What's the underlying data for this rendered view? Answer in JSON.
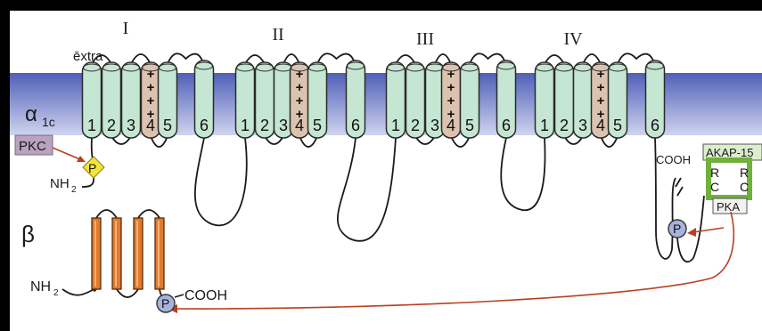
{
  "figure": {
    "extracellular_label": "ēxtra",
    "alpha_label": "α",
    "alpha_subscript": "1c",
    "beta_label": "β",
    "domains": [
      {
        "label": "I"
      },
      {
        "label": "II"
      },
      {
        "label": "III"
      },
      {
        "label": "IV"
      }
    ],
    "segment_labels": [
      "1",
      "2",
      "3",
      "4",
      "5",
      "6"
    ],
    "voltage_sensor_charge": "+",
    "pkc_label": "PKC",
    "phospho_label": "P",
    "alpha_nh2": "NH",
    "alpha_nh2_sub": "2",
    "alpha_cooh": "COOH",
    "beta_nh2": "NH",
    "beta_nh2_sub": "2",
    "beta_cooh": "COOH",
    "akap_label": "AKAP-15",
    "pka_label": "PKA",
    "pka_r": "R",
    "pka_c": "C",
    "colors": {
      "membrane_top": "#4f5fb8",
      "membrane_bottom": "#ccd1ec",
      "helix_fill": "#c5e6d2",
      "sensor_fill": "#dcc3b0",
      "beta_helix": "#e07a2c",
      "pkc_box": "#b9a3be",
      "phospho_pkc": "#f4e43a",
      "phospho_pka": "#a8b3dd",
      "arrow": "#b8401e",
      "akap_green": "#6fb13a"
    }
  }
}
